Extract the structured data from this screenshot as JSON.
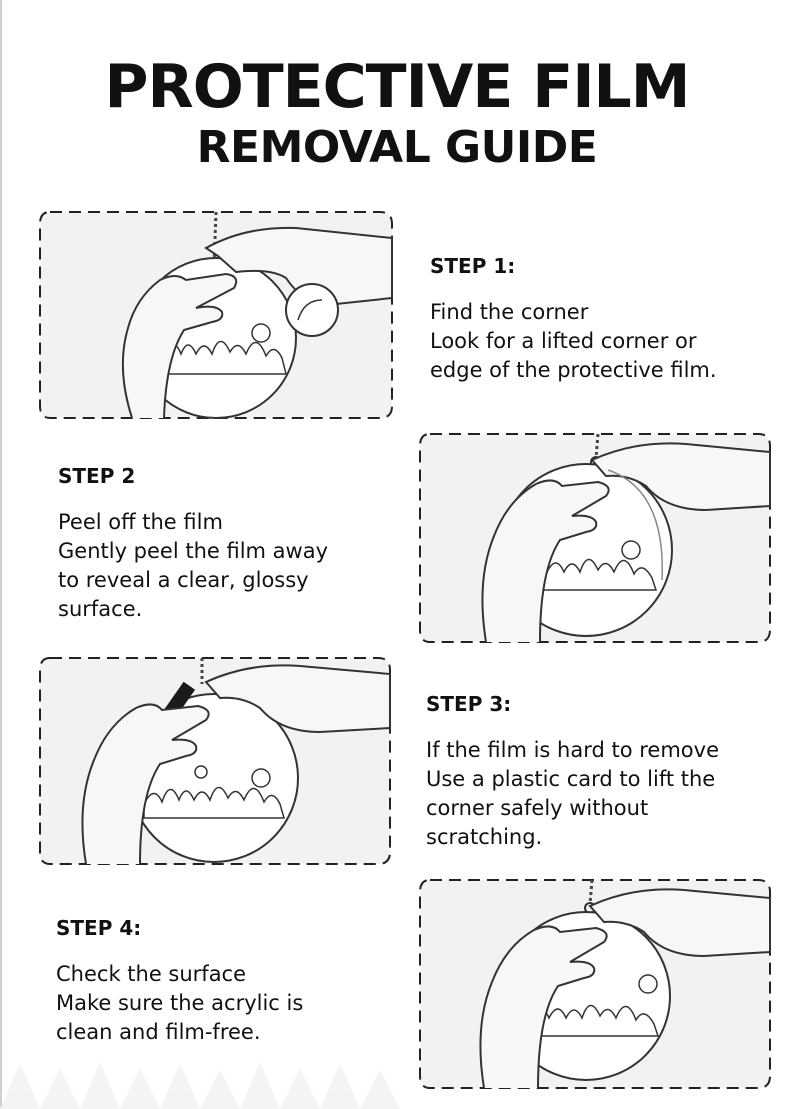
{
  "title": {
    "line1": "PROTECTIVE FILM",
    "line2": "REMOVAL GUIDE"
  },
  "colors": {
    "ink": "#111111",
    "panel_bg": "#f2f2f2",
    "line": "#333333",
    "dash": "#222222"
  },
  "steps": [
    {
      "heading": "STEP 1:",
      "lines": [
        "Find the corner",
        "Look for a lifted corner or",
        "edge of the protective film."
      ]
    },
    {
      "heading": "STEP 2",
      "lines": [
        "Peel off the film",
        "Gently peel the film away",
        "to reveal a clear, glossy",
        "surface."
      ]
    },
    {
      "heading": "STEP 3:",
      "lines": [
        "If the film is hard to remove",
        "Use a plastic card to lift the",
        "corner safely without",
        "scratching."
      ]
    },
    {
      "heading": "STEP 4:",
      "lines": [
        "Check the surface",
        "Make sure the acrylic is",
        "clean and film-free."
      ]
    }
  ],
  "illustrations": [
    {
      "icon": "hands-ornament-corner-icon"
    },
    {
      "icon": "hands-ornament-peel-icon"
    },
    {
      "icon": "hands-ornament-card-icon"
    },
    {
      "icon": "hands-ornament-clean-icon"
    }
  ]
}
